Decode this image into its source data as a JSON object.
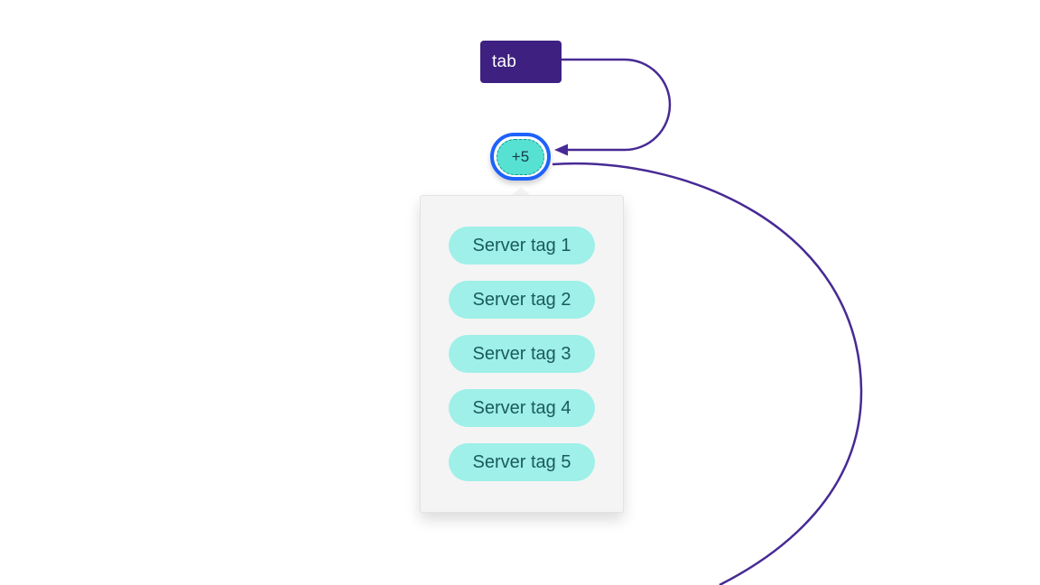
{
  "colors": {
    "connector": "#472a94",
    "tab-bg": "#3d2080",
    "ring": "#1f62fb",
    "badge-bg": "#57e1d3",
    "badge-border": "#0d9488",
    "badge-text": "#163a44",
    "pill-bg": "#9ef0e8",
    "pill-text": "#1b5a5e",
    "panel-bg": "#f4f4f4",
    "panel-border": "#e3e3e3"
  },
  "annotation": {
    "tab_label": "tab"
  },
  "badge": {
    "label": "+5"
  },
  "popover": {
    "tags": [
      "Server tag 1",
      "Server tag 2",
      "Server tag 3",
      "Server tag 4",
      "Server tag 5"
    ]
  }
}
